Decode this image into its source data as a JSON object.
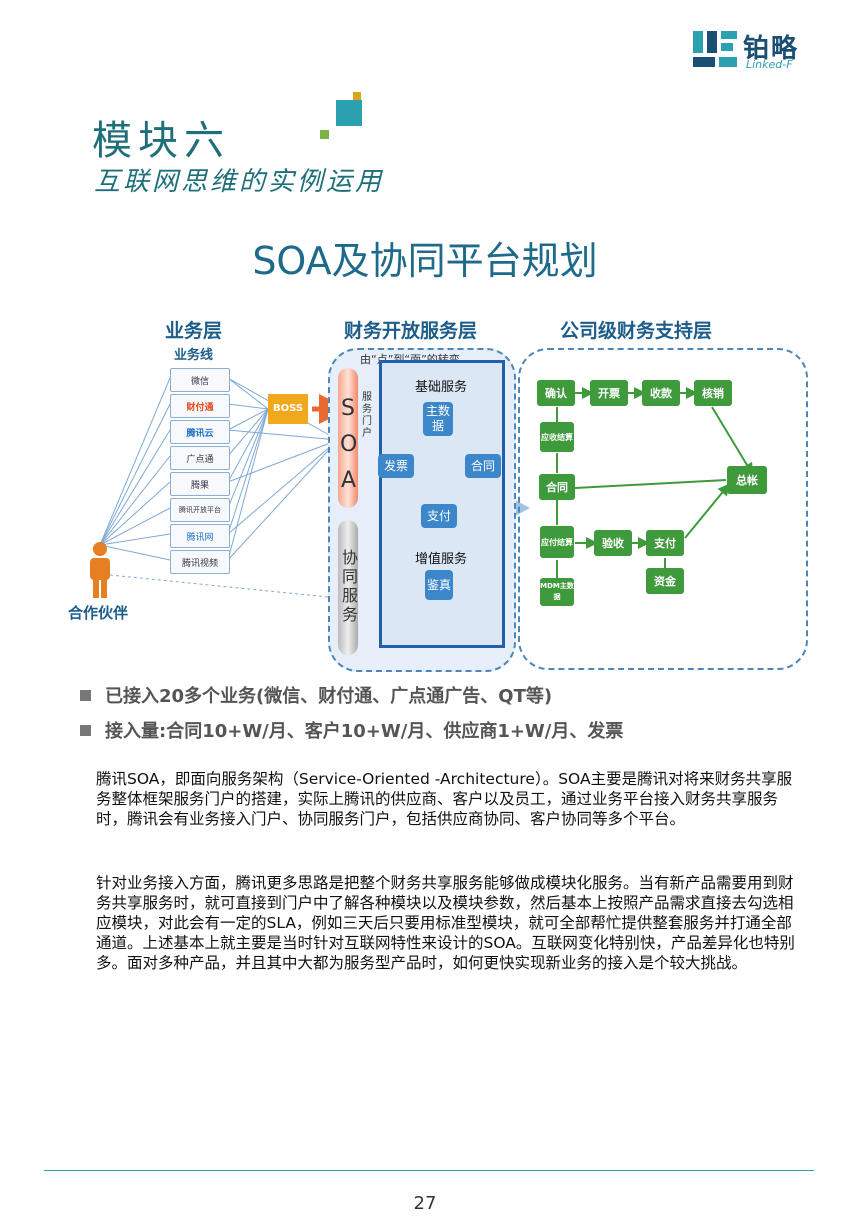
{
  "logo": {
    "cn": "铂略",
    "en": "Linked-F"
  },
  "module": {
    "title": "模块六",
    "subtitle": "互联网思维的实例运用"
  },
  "slide_title": "SOA及协同平台规划",
  "diagram": {
    "layers": {
      "business": "业务层",
      "business_line": "业务线",
      "open_service": "财务开放服务层",
      "open_service_note": "由“点”到“面”的转变",
      "corporate": "公司级财务支持层"
    },
    "biz_items": [
      "微信",
      "财付通",
      "腾讯云",
      "广点通",
      "腾果",
      "腾讯开放平台",
      "腾讯网",
      "腾讯视频"
    ],
    "boss": "BOSS",
    "soa": [
      "S",
      "O",
      "A"
    ],
    "service_portal": "服务门户",
    "collab": [
      "协",
      "同",
      "服",
      "务"
    ],
    "basic_services": "基础服务",
    "services": {
      "master_data": "主数据",
      "invoice": "发票",
      "contract": "合同",
      "payment": "支付"
    },
    "value_added": "增值服务",
    "verify": "鉴真",
    "partner": "合作伙伴",
    "corp_nodes": {
      "confirm": "确认",
      "billing": "开票",
      "collect": "收款",
      "writeoff": "核销",
      "ar": "应收结算",
      "contract": "合同",
      "ap": "应付结算",
      "accept": "验收",
      "pay": "支付",
      "funds": "资金",
      "mdm": "MDM主数据",
      "gl": "总帐"
    }
  },
  "bullets": [
    "已接入20多个业务(微信、财付通、广点通广告、QT等)",
    "接入量:合同10+W/月、客户10+W/月、供应商1+W/月、发票"
  ],
  "paragraphs": [
    "腾讯SOA，即面向服务架构（Service-Oriented -Architecture）。SOA主要是腾讯对将来财务共享服务整体框架服务门户的搭建，实际上腾讯的供应商、客户以及员工，通过业务平台接入财务共享服务时，腾讯会有业务接入门户、协同服务门户，包括供应商协同、客户协同等多个平台。",
    "针对业务接入方面，腾讯更多思路是把整个财务共享服务能够做成模块化服务。当有新产品需要用到财务共享服务时，就可直接到门户中了解各种模块以及模块参数，然后基本上按照产品需求直接去勾选相应模块，对此会有一定的SLA，例如三天后只要用标准型模块，就可全部帮忙提供整套服务并打通全部通道。上述基本上就主要是当时针对互联网特性来设计的SOA。互联网变化特别快，产品差异化也特别多。面对多种产品，并且其中大都为服务型产品时，如何更快实现新业务的接入是个较大挑战。"
  ],
  "page_number": "27",
  "colors": {
    "teal": "#2aa0b0",
    "dark_blue": "#1d5d8a",
    "green": "#3f9a3c",
    "blue": "#3c87c9",
    "orange": "#f2a81d"
  }
}
